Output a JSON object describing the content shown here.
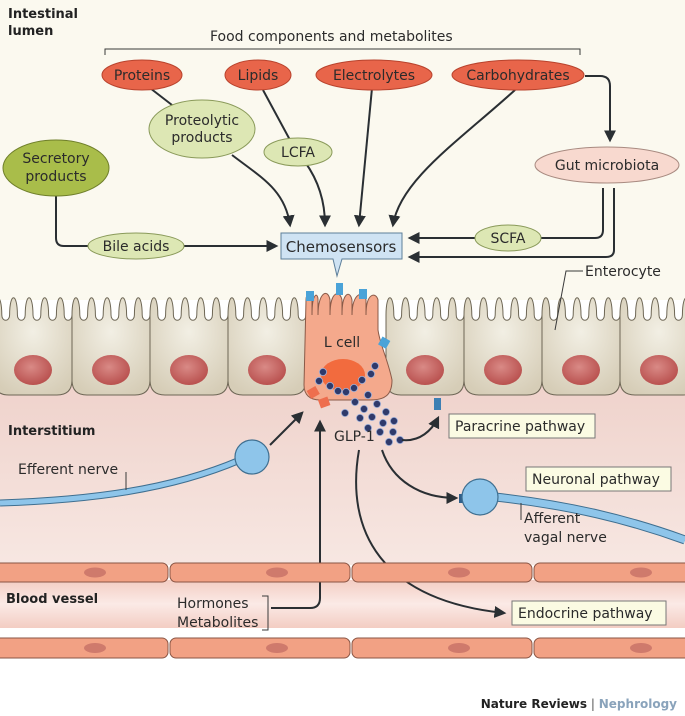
{
  "regions": {
    "lumen": "Intestinal\nlumen",
    "lumen_line1": "Intestinal",
    "lumen_line2": "lumen",
    "interstitium": "Interstitium",
    "blood_vessel": "Blood vessel"
  },
  "food": {
    "bracket_label": "Food components and metabolites",
    "items": [
      "Proteins",
      "Lipids",
      "Electrolytes",
      "Carbohydrates"
    ]
  },
  "intermediates": {
    "proteolytic_line1": "Proteolytic",
    "proteolytic_line2": "products",
    "lcfa": "LCFA",
    "secretory_line1": "Secretory",
    "secretory_line2": "products",
    "bile_acids": "Bile acids",
    "gut_microbiota": "Gut microbiota",
    "scfa": "SCFA"
  },
  "chemosensors": "Chemosensors",
  "cells": {
    "enterocyte": "Enterocyte",
    "l_cell": "L cell",
    "glp1": "GLP-1"
  },
  "nerves": {
    "efferent": "Efferent nerve",
    "afferent_line1": "Afferent",
    "afferent_line2": "vagal nerve"
  },
  "pathways": {
    "paracrine": "Paracrine pathway",
    "neuronal": "Neuronal pathway",
    "endocrine": "Endocrine pathway"
  },
  "blood_inputs": {
    "hormones": "Hormones",
    "metabolites": "Metabolites"
  },
  "credit": {
    "journal": "Nature Reviews",
    "separator": "|",
    "subject": "Nephrology"
  },
  "colors": {
    "lumen_bg": "#fbf9ef",
    "interstitium_bg": "#f3dcd6",
    "food_red": "#e8654a",
    "intermediate_green": "#dde7b4",
    "secretory_green": "#a9bd4a",
    "microbiota_pink": "#f8d9cf",
    "chemosensor_blue": "#cfe3f3",
    "enterocyte": "#ddd6c3",
    "nucleus": "#c4605f",
    "l_cell": "#f4a98c",
    "glp1_granule": "#2f3a6b",
    "nerve_blue": "#8ec5ea",
    "vessel": "#f2a184",
    "pathway_box": "#fbfbe3",
    "credit_accent": "#8aa3bb"
  }
}
